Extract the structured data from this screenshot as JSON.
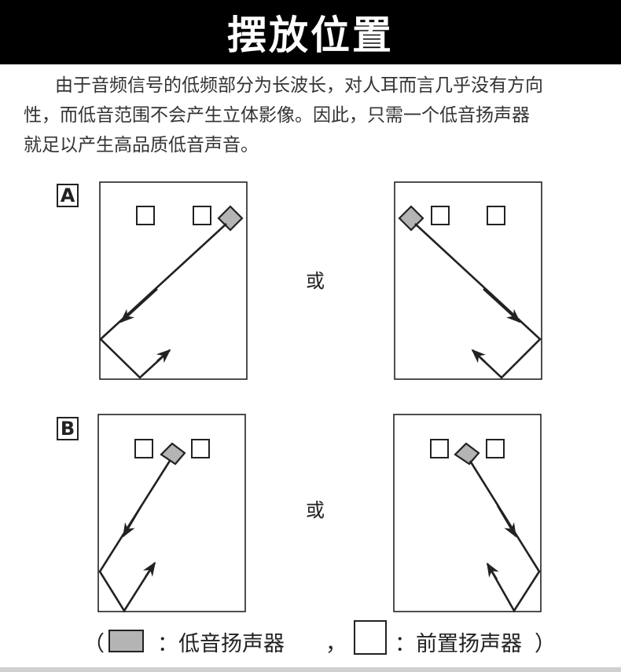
{
  "header": {
    "title": "摆放位置"
  },
  "intro": {
    "lines": [
      "由于音频信号的低频部分为长波长，对人耳而言几乎没有方向",
      "性，而低音范围不会产生立体影像。因此，只需一个低音扬声器",
      "就足以产生高品质低音声音。"
    ]
  },
  "diagrams": {
    "row_a_label": "A",
    "row_b_label": "B",
    "or_label_a": "或",
    "or_label_b": "或"
  },
  "legend": {
    "open_paren": "（",
    "subwoofer_label": "：低音扬声器",
    "separator": "，",
    "front_label": "：前置扬声器",
    "close_paren": "）"
  },
  "colors": {
    "banner_bg": "#000000",
    "banner_text": "#ffffff",
    "subwoofer_fill": "#b4b4b4",
    "line": "#222222"
  }
}
